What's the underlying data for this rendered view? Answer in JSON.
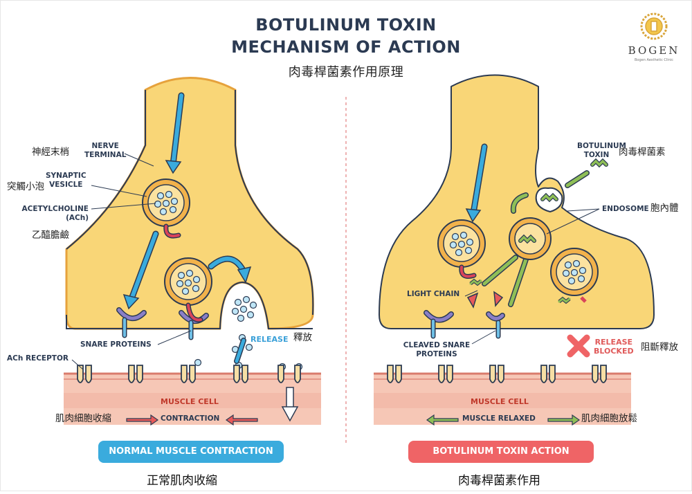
{
  "title": {
    "line1": "BOTULINUM TOXIN",
    "line2": "MECHANISM OF ACTION",
    "zh": "肉毒桿菌素作用原理"
  },
  "logo": {
    "name": "BOGEN",
    "tagline": "Bogen Aesthetic Clinic",
    "accent": "#d9a53a"
  },
  "colors": {
    "cytoplasm": "#f9d677",
    "membrane": "#e6a23c",
    "receptor": "#f6dea4",
    "muscle_band": "#f6c7b6",
    "muscle_border": "#d97b6c",
    "ach": "#3aabdd",
    "arrow_blue": "#3aabdd",
    "arrow_green": "#8fbf57",
    "snare_purple": "#8a7fc7",
    "snare_red": "#d9445a",
    "arrow_red": "#e85a5a",
    "pill_blue": "#3aabdd",
    "pill_red": "#ef6466"
  },
  "left": {
    "labels": {
      "nerve_terminal": "NERVE\nTERMINAL",
      "nerve_terminal_zh": "神經末梢",
      "synaptic_vesicle": "SYNAPTIC\nVESICLE",
      "synaptic_vesicle_zh": "突觸小泡",
      "acetylcholine": "ACETYLCHOLINE\n(ACh)",
      "acetylcholine_zh": "乙醯膽鹼",
      "snare_proteins": "SNARE PROTEINS",
      "release": "RELEASE",
      "release_zh": "釋放",
      "ach_receptor": "ACh RECEPTOR",
      "muscle_cell": "MUSCLE CELL",
      "contraction": "CONTRACTION",
      "contraction_zh": "肌肉細胞收縮"
    },
    "panel_label": "NORMAL MUSCLE CONTRACTION",
    "caption_zh": "正常肌肉收縮"
  },
  "right": {
    "labels": {
      "botulinum_toxin": "BOTULINUM\nTOXIN",
      "botulinum_toxin_zh": "肉毒桿菌素",
      "endosome": "ENDOSOME",
      "endosome_zh": "胞內體",
      "light_chain": "LIGHT CHAIN",
      "cleaved_snare": "CLEAVED SNARE\nPROTEINS",
      "release_blocked": "RELEASE\nBLOCKED",
      "release_blocked_zh": "阻斷釋放",
      "muscle_cell": "MUSCLE CELL",
      "muscle_relaxed": "MUSCLE RELAXED",
      "muscle_relaxed_zh": "肌肉細胞放鬆"
    },
    "panel_label": "BOTULINUM TOXIN ACTION",
    "caption_zh": "肉毒桿菌素作用"
  }
}
